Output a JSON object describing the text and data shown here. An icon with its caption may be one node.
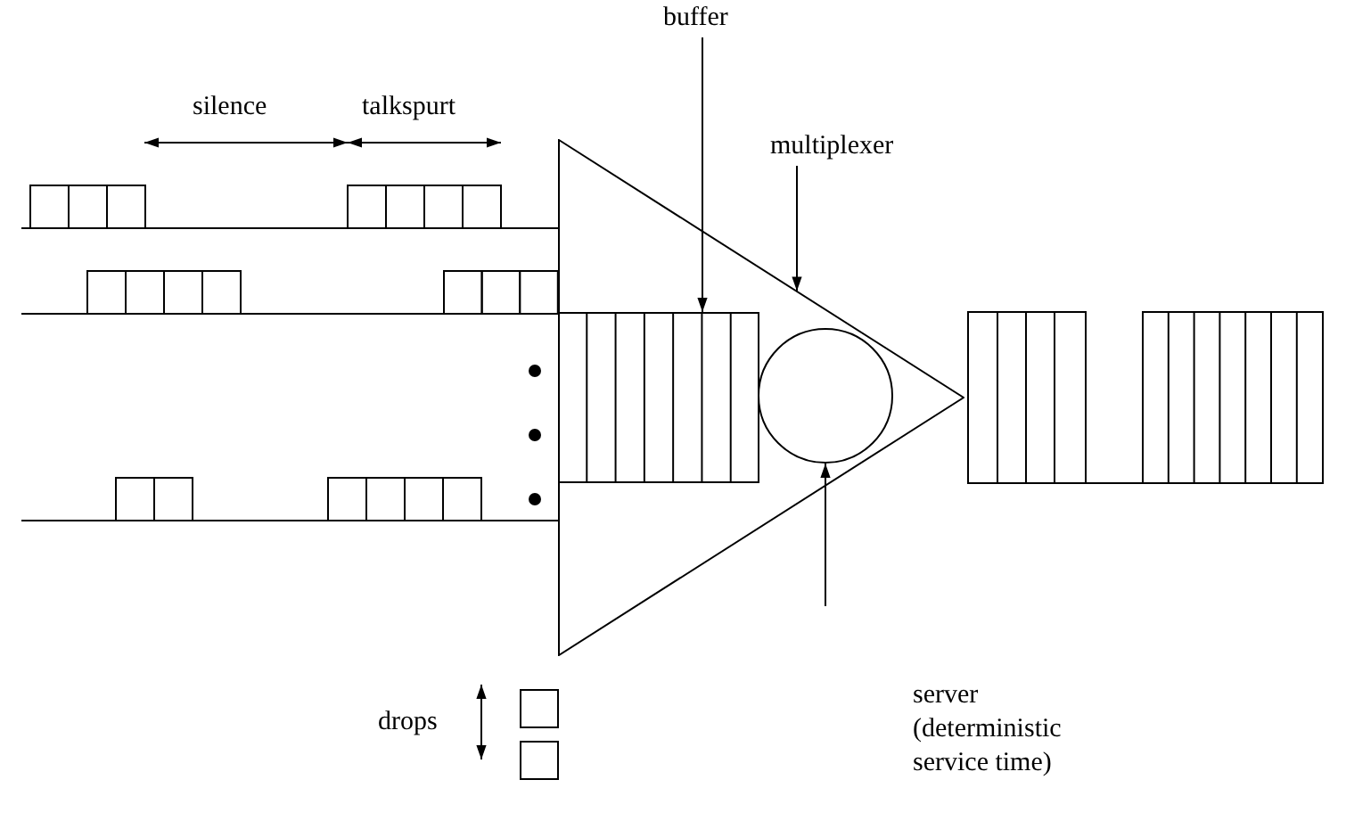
{
  "diagram": {
    "nodes": [
      {
        "text": [
          "buffer"
        ]
      },
      {
        "text": [
          "multiplexer"
        ]
      },
      {
        "text": [],
        "shape": "triangle"
      },
      {
        "text": [],
        "shape": "box",
        "in": 2
      },
      {
        "text": [],
        "shape": "circle",
        "in": 2
      },
      {
        "text": [
          "server (deterministic service time)"
        ]
      }
    ],
    "edges": [
      {
        "from": 0,
        "to": 3,
        "arrow": "to"
      },
      {
        "from": 1,
        "to": 2,
        "arrow": "to"
      },
      {
        "from": 5,
        "to": 4,
        "arrow": "to"
      }
    ],
    "labels": [
      "silence",
      "talkspurt",
      "drops"
    ]
  }
}
